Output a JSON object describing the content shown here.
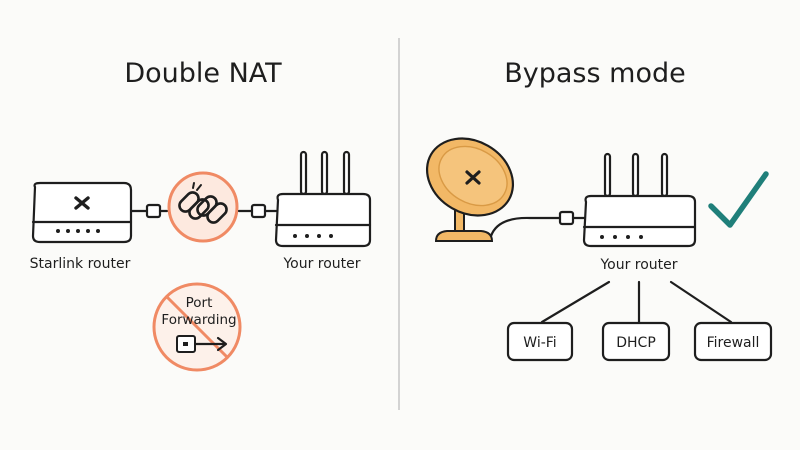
{
  "left": {
    "title": "Double NAT",
    "starlink_router_label": "Starlink router",
    "your_router_label": "Your router",
    "blocked_feature_line1": "Port",
    "blocked_feature_line2": "Forwarding"
  },
  "right": {
    "title": "Bypass mode",
    "your_router_label": "Your router",
    "features": [
      "Wi-Fi",
      "DHCP",
      "Firewall"
    ]
  },
  "icons": {
    "left_broken_link": "broken-chain-icon",
    "left_prohibited": "no-symbol-icon",
    "right_dish": "satellite-dish-icon",
    "right_check": "checkmark-icon"
  },
  "colors": {
    "ink": "#1e1e1e",
    "warning": "#f08a64",
    "warning_fill": "#fde9df",
    "dish": "#f2b866",
    "dish_dark": "#d99a45",
    "check": "#1f7f7a",
    "divider": "#d3d3d3"
  }
}
